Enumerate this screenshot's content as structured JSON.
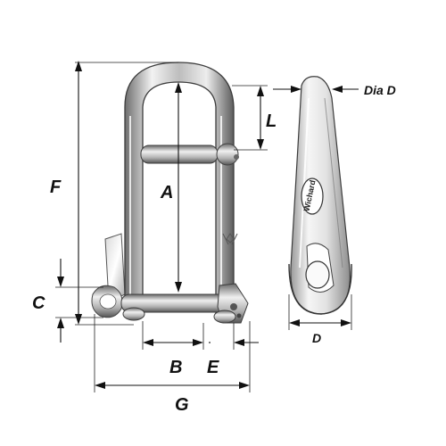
{
  "diagram": {
    "dimension_labels": {
      "A": "A",
      "B": "B",
      "C": "C",
      "D": "D",
      "E": "E",
      "F": "F",
      "G": "G",
      "L": "L",
      "dia_d": "Dia D"
    },
    "brand_mark": "Wichard",
    "colors": {
      "steel_light": "#f4f4f4",
      "steel_mid": "#b8b8b8",
      "steel_dark": "#5a5a5a",
      "line": "#111111"
    }
  }
}
